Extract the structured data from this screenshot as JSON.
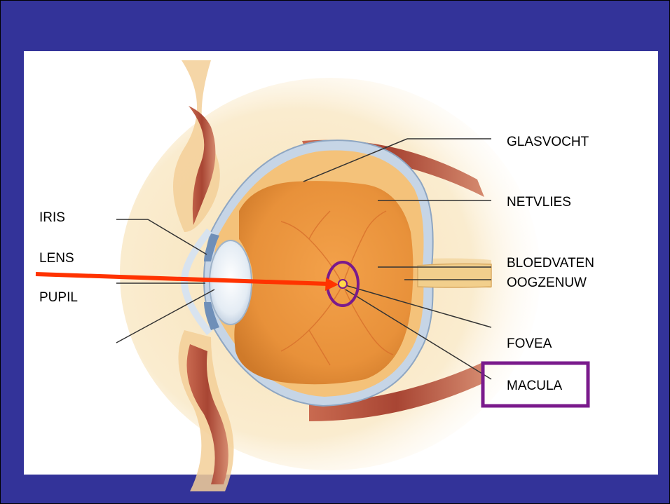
{
  "colors": {
    "slide_background": "#333399",
    "panel": "#ffffff",
    "highlight_outline": "#7a1a8c",
    "arrow": "#ff3300",
    "eyeball": "#e8913a",
    "tissue": "#f6dfb2",
    "muscle": "#b24f3c",
    "sclera": "#c6d5e6"
  },
  "labels": {
    "glasvocht": "GLASVOCHT",
    "netvlies": "NETVLIES",
    "iris": "IRIS",
    "lens": "LENS",
    "bloedvaten": "BLOEDVATEN",
    "oogzenuw": "OOGZENUW",
    "pupil": "PUPIL",
    "fovea": "FOVEA",
    "macula": "MACULA"
  }
}
